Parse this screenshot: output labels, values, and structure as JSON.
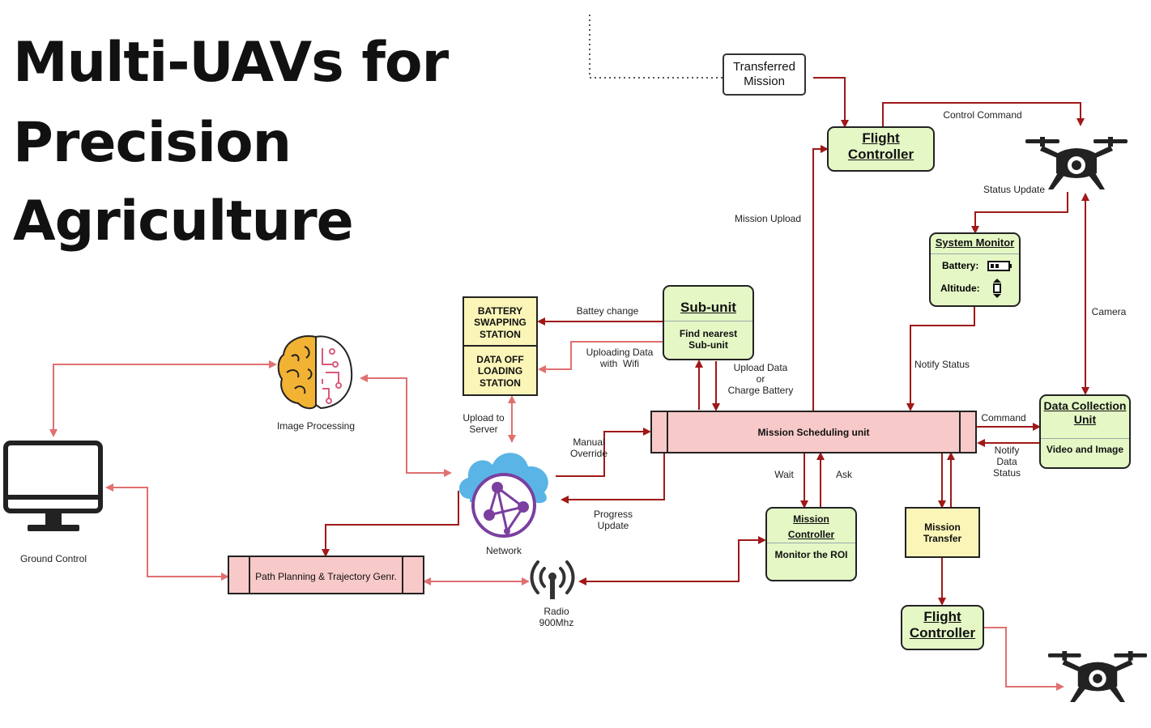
{
  "title": {
    "line1": "Multi-UAVs for",
    "line2": "Precision",
    "line3": "Agriculture"
  },
  "nodes": {
    "transferred_mission": "Transferred\nMission",
    "flight_controller_top": "Flight\nController",
    "system_monitor": {
      "title": "System Monitor",
      "battery_label": "Battery:",
      "altitude_label": "Altitude:"
    },
    "sub_unit": {
      "title": "Sub-unit",
      "body": "Find nearest\nSub-unit"
    },
    "battery_swapping": "BATTERY\nSWAPPING\nSTATION",
    "data_off_loading": "DATA OFF\nLOADING\nSTATION",
    "mission_scheduling": "Mission Scheduling unit",
    "data_collection": {
      "title": "Data Collection\nUnit",
      "body": "Video and Image"
    },
    "mission_controller": {
      "title": "Mission\nController",
      "body": "Monitor the ROI"
    },
    "mission_transfer": "Mission\nTransfer",
    "flight_controller_bottom": "Flight\nController",
    "path_planning": "Path Planning & Trajectory Genr.",
    "image_processing": "Image Processing",
    "ground_control": "Ground Control",
    "network": "Network",
    "radio": "Radio\n900Mhz"
  },
  "edge_labels": {
    "control_command": "Control Command",
    "status_update": "Status Update",
    "mission_upload": "Mission Upload",
    "camera": "Camera",
    "battery_change": "Battey change",
    "uploading_data": "Uploading Data\nwith  Wifi",
    "upload_data": "Upload Data\nor\nCharge Battery",
    "notify_status": "Notify Status",
    "upload_to_server": "Upload to\nServer",
    "manual_override": "Manual\nOverride",
    "command": "Command",
    "notify_data_status": "Notify\nData\nStatus",
    "wait": "Wait",
    "ask": "Ask",
    "progress_update": "Progress\nUpdate"
  },
  "colors": {
    "arrow_dark": "#a01818",
    "arrow_light": "#e07070",
    "green_fill": "#e4f7c5",
    "yellow_fill": "#fbf5b8",
    "pink_fill": "#f8c9c9",
    "network_purple": "#7b3fa0",
    "cloud_blue": "#5ab4e6",
    "brain_yellow": "#f2b233",
    "brain_pink": "#d85a7a"
  },
  "icons": [
    "drone-icon",
    "brain-icon",
    "monitor-icon",
    "cloud-network-icon",
    "radio-antenna-icon",
    "battery-icon",
    "altitude-icon"
  ]
}
